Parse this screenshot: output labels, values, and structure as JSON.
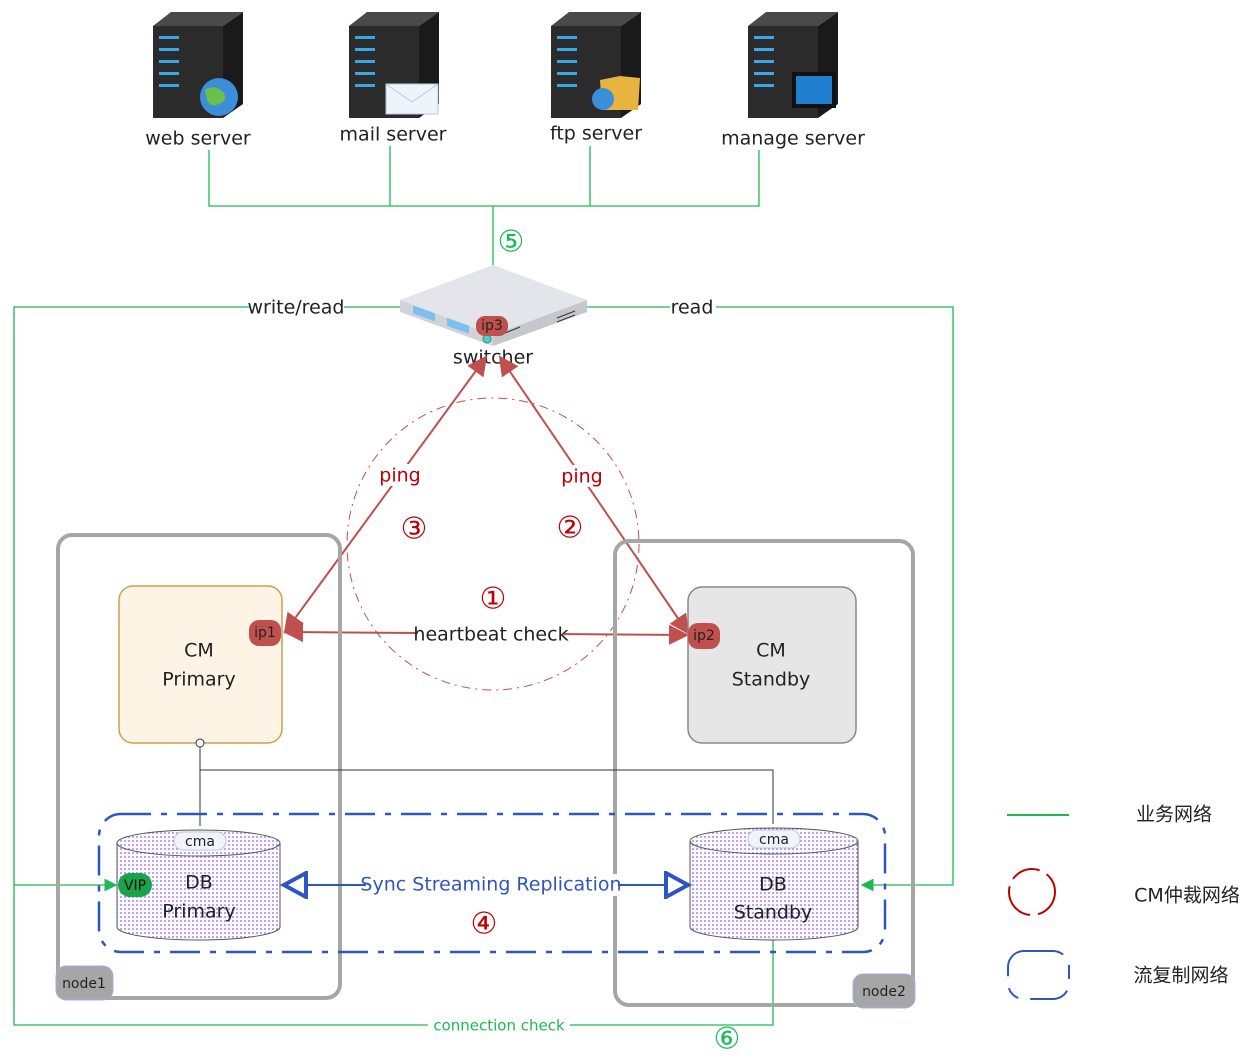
{
  "servers": [
    {
      "label": "web server",
      "icon": "globe-icon"
    },
    {
      "label": "mail server",
      "icon": "envelope-icon"
    },
    {
      "label": "ftp server",
      "icon": "folder-icon"
    },
    {
      "label": "manage server",
      "icon": "monitor-icon"
    }
  ],
  "switch": {
    "label": "switcher",
    "ip": "ip3"
  },
  "links": {
    "write_read": "write/read",
    "read": "read",
    "ping_left": "ping",
    "ping_right": "ping",
    "heartbeat": "heartbeat check",
    "sync": "Sync Streaming Replication",
    "connection": "connection check"
  },
  "markers": {
    "m1": "①",
    "m2": "②",
    "m3": "③",
    "m4": "④",
    "m5": "⑤",
    "m6": "⑥"
  },
  "node1": {
    "label": "node1",
    "cm": {
      "line1": "CM",
      "line2": "Primary",
      "ip": "ip1"
    },
    "db": {
      "line1": "DB",
      "line2": "Primary",
      "agent": "cma",
      "vip": "VIP"
    }
  },
  "node2": {
    "label": "node2",
    "cm": {
      "line1": "CM",
      "line2": "Standby",
      "ip": "ip2"
    },
    "db": {
      "line1": "DB",
      "line2": "Standby",
      "agent": "cma"
    }
  },
  "legend": [
    {
      "label": "业务网络",
      "color": "#1db954"
    },
    {
      "label": "CM仲裁网络",
      "color": "#c00000"
    },
    {
      "label": "流复制网络",
      "color": "#2f55c0"
    }
  ],
  "colors": {
    "business": "#1db954",
    "arbitration": "#c00000",
    "replication": "#2f55c0",
    "ip_badge": "#c0504d",
    "vip": "#1aa34a"
  }
}
